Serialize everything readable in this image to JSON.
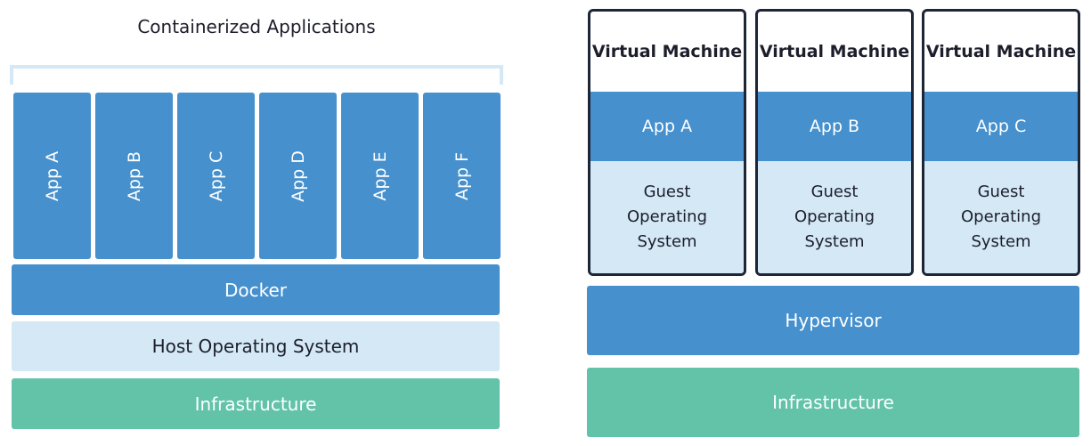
{
  "containerized": {
    "title": "Containerized Applications",
    "apps": [
      "App A",
      "App B",
      "App C",
      "App D",
      "App E",
      "App F"
    ],
    "docker": "Docker",
    "host_os": "Host Operating System",
    "infrastructure": "Infrastructure"
  },
  "virtual_machines": {
    "vms": [
      {
        "title": "Virtual Machine",
        "app": "App A",
        "os_lines": [
          "Guest",
          "Operating",
          "System"
        ]
      },
      {
        "title": "Virtual Machine",
        "app": "App B",
        "os_lines": [
          "Guest",
          "Operating",
          "System"
        ]
      },
      {
        "title": "Virtual Machine",
        "app": "App C",
        "os_lines": [
          "Guest",
          "Operating",
          "System"
        ]
      }
    ],
    "hypervisor": "Hypervisor",
    "infrastructure": "Infrastructure"
  },
  "colors": {
    "app_blue": "#4690cd",
    "light_blue": "#d4e8f6",
    "green": "#62c3a9",
    "dark": "#1d2636"
  }
}
